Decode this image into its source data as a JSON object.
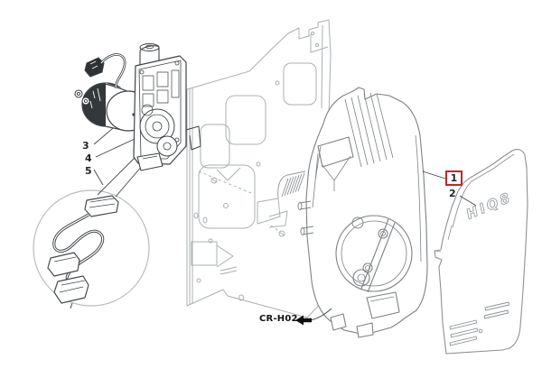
{
  "figure": {
    "code_label": "CR-H02",
    "cover_logo": "HIQ8",
    "callouts": {
      "one": "1",
      "two": "2",
      "three": "3",
      "four": "4",
      "five": "5"
    },
    "colors": {
      "highlight_red": "#c5242b",
      "line_dark": "#3f4447",
      "line_medium": "#7d8285",
      "line_light": "#aab0b3",
      "background": "#ffffff"
    }
  }
}
